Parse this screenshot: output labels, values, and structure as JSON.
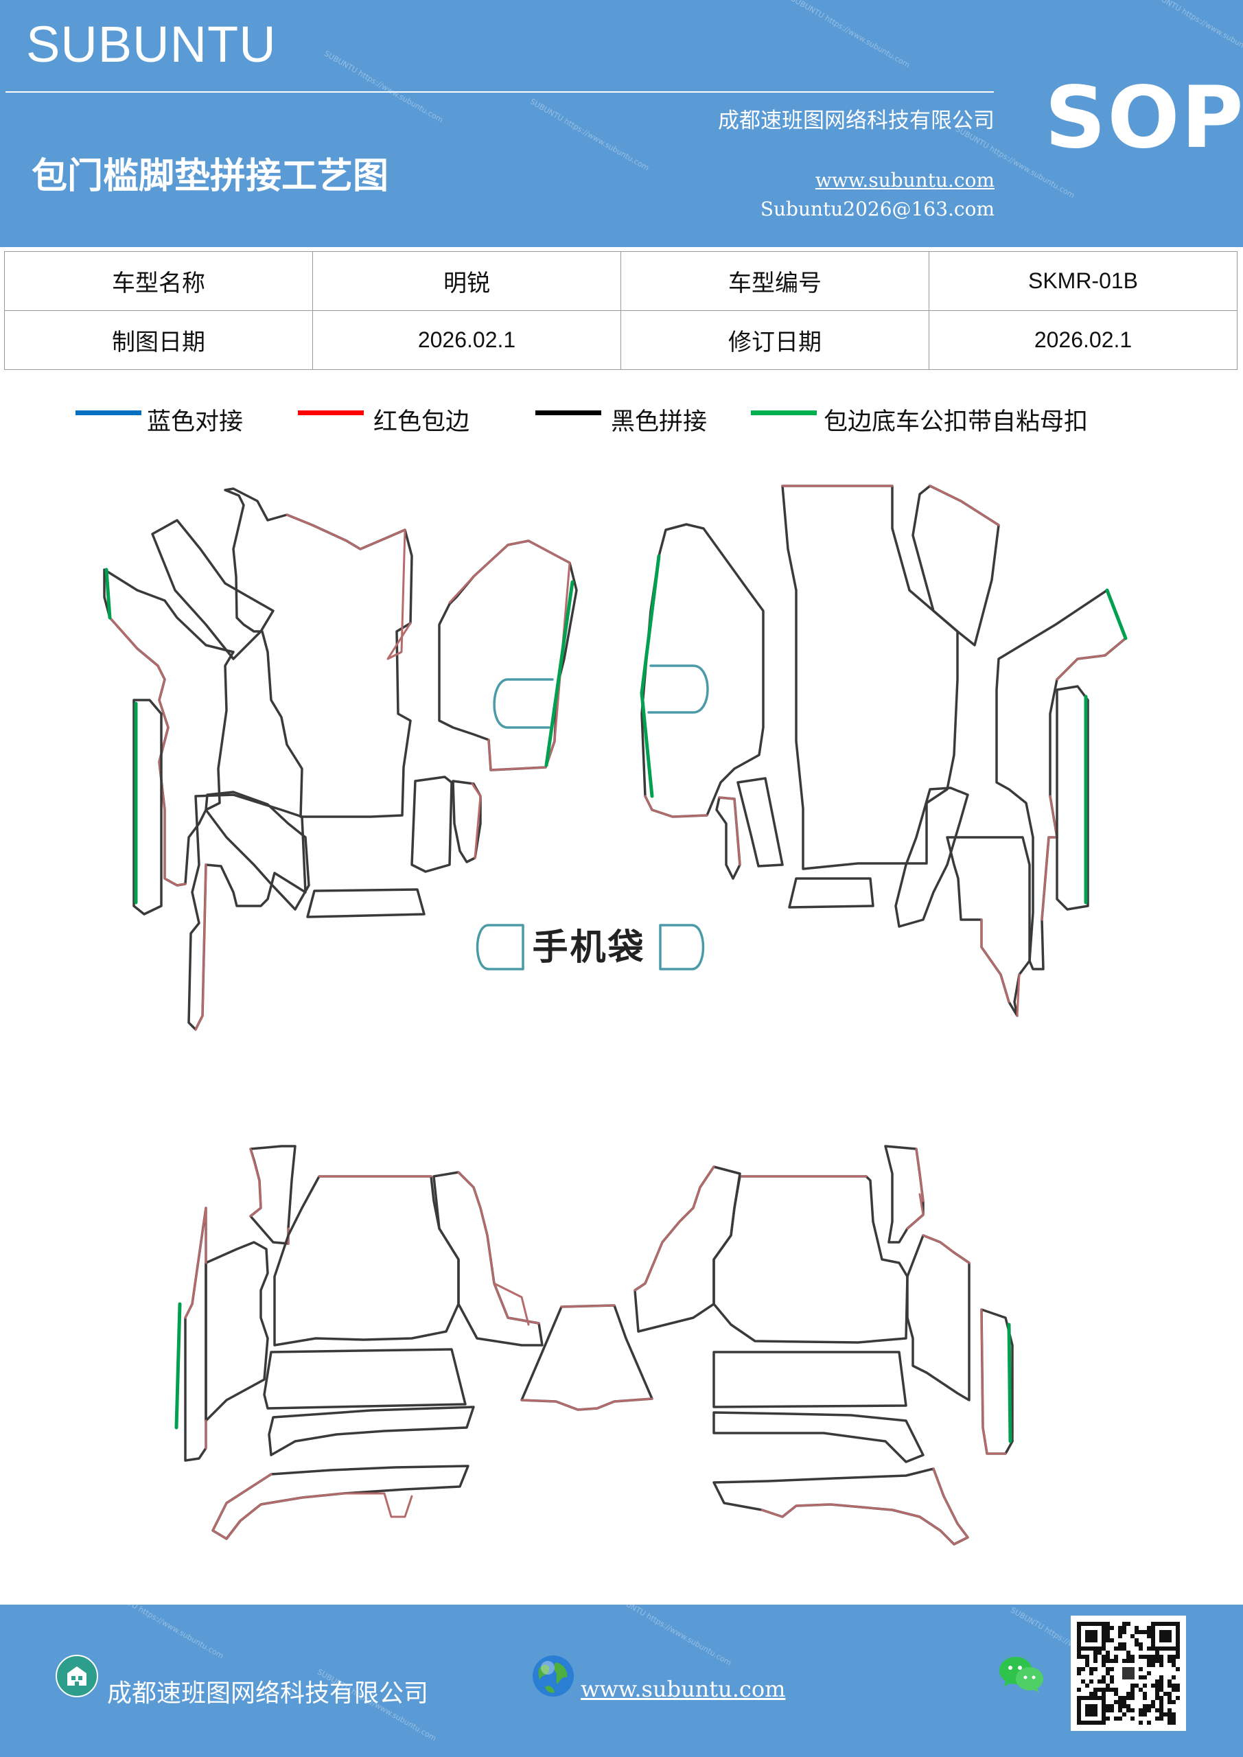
{
  "header": {
    "brand": "SUBUNTU",
    "company": "成都速班图网络科技有限公司",
    "title": "包门槛脚垫拼接工艺图",
    "website": "www.subuntu.com",
    "email": "Subuntu2026@163.com",
    "badge": "SOP",
    "watermark": "SUBUNTU https://www.subuntu.com"
  },
  "info_table": {
    "rows": [
      [
        "车型名称",
        "明锐",
        "车型编号",
        "SKMR-01B"
      ],
      [
        "制图日期",
        "2026.02.1",
        "修订日期",
        "2026.02.1"
      ]
    ]
  },
  "legend": [
    {
      "label": "蓝色对接",
      "color": "#0070c0"
    },
    {
      "label": "红色包边",
      "color": "#ff0000"
    },
    {
      "label": "黑色拼接",
      "color": "#000000"
    },
    {
      "label": "包边底车公扣带自粘母扣",
      "color": "#00b050"
    }
  ],
  "diagram": {
    "pocket_label": "手机袋",
    "colors": {
      "outline": "#3a3a3a",
      "edge": "#b56b6b",
      "blue": "#4a9aa8",
      "green": "#00a050"
    }
  },
  "footer": {
    "company": "成都速班图网络科技有限公司",
    "website": "www.subuntu.com"
  }
}
